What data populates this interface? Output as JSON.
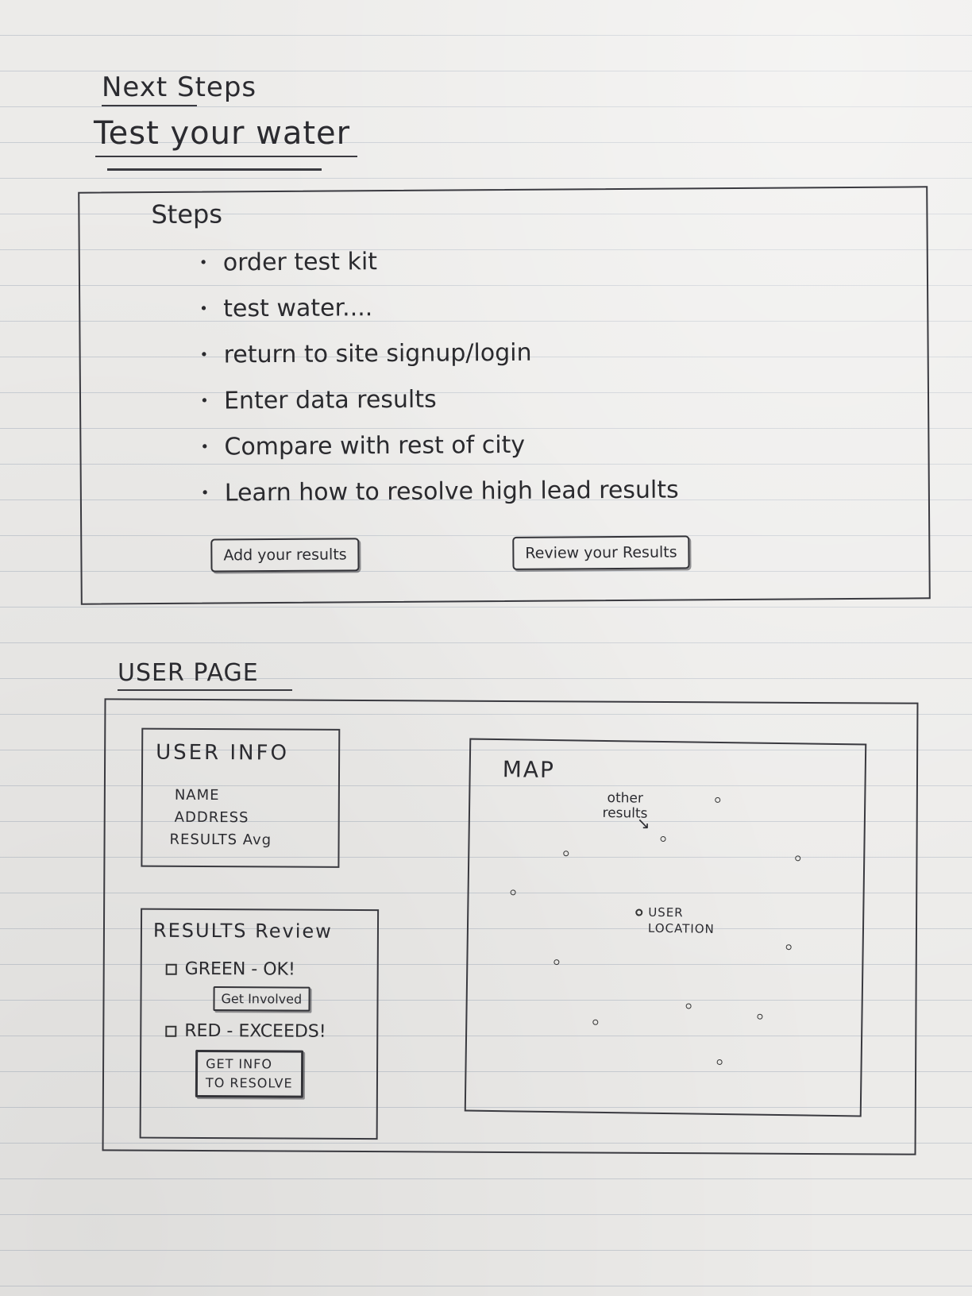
{
  "header": {
    "next_steps": "Next Steps",
    "test_title": "Test your water"
  },
  "steps_panel": {
    "title": "Steps",
    "items": [
      {
        "label": "order test kit"
      },
      {
        "label": "test water...."
      },
      {
        "label": "return to site signup/login"
      },
      {
        "label": "Enter data results"
      },
      {
        "label": "Compare with rest of city"
      },
      {
        "label": "Learn how to resolve high lead results"
      }
    ],
    "add_button": "Add your results",
    "review_button": "Review your Results"
  },
  "user_page": {
    "title": "USER PAGE",
    "user_info": {
      "title": "USER INFO",
      "name": "NAME",
      "address": "ADDRESS",
      "results_avg": "RESULTS Avg"
    },
    "results_review": {
      "title": "RESULTS Review",
      "green_label": "GREEN - OK!",
      "get_involved_button": "Get Involved",
      "red_label": "RED - EXCEEDS!",
      "resolve_button_line1": "GET INFO",
      "resolve_button_line2": "TO RESOLVE"
    },
    "map": {
      "title": "MAP",
      "other_results_label": "other results",
      "user_location_label": "USER LOCATION"
    }
  }
}
